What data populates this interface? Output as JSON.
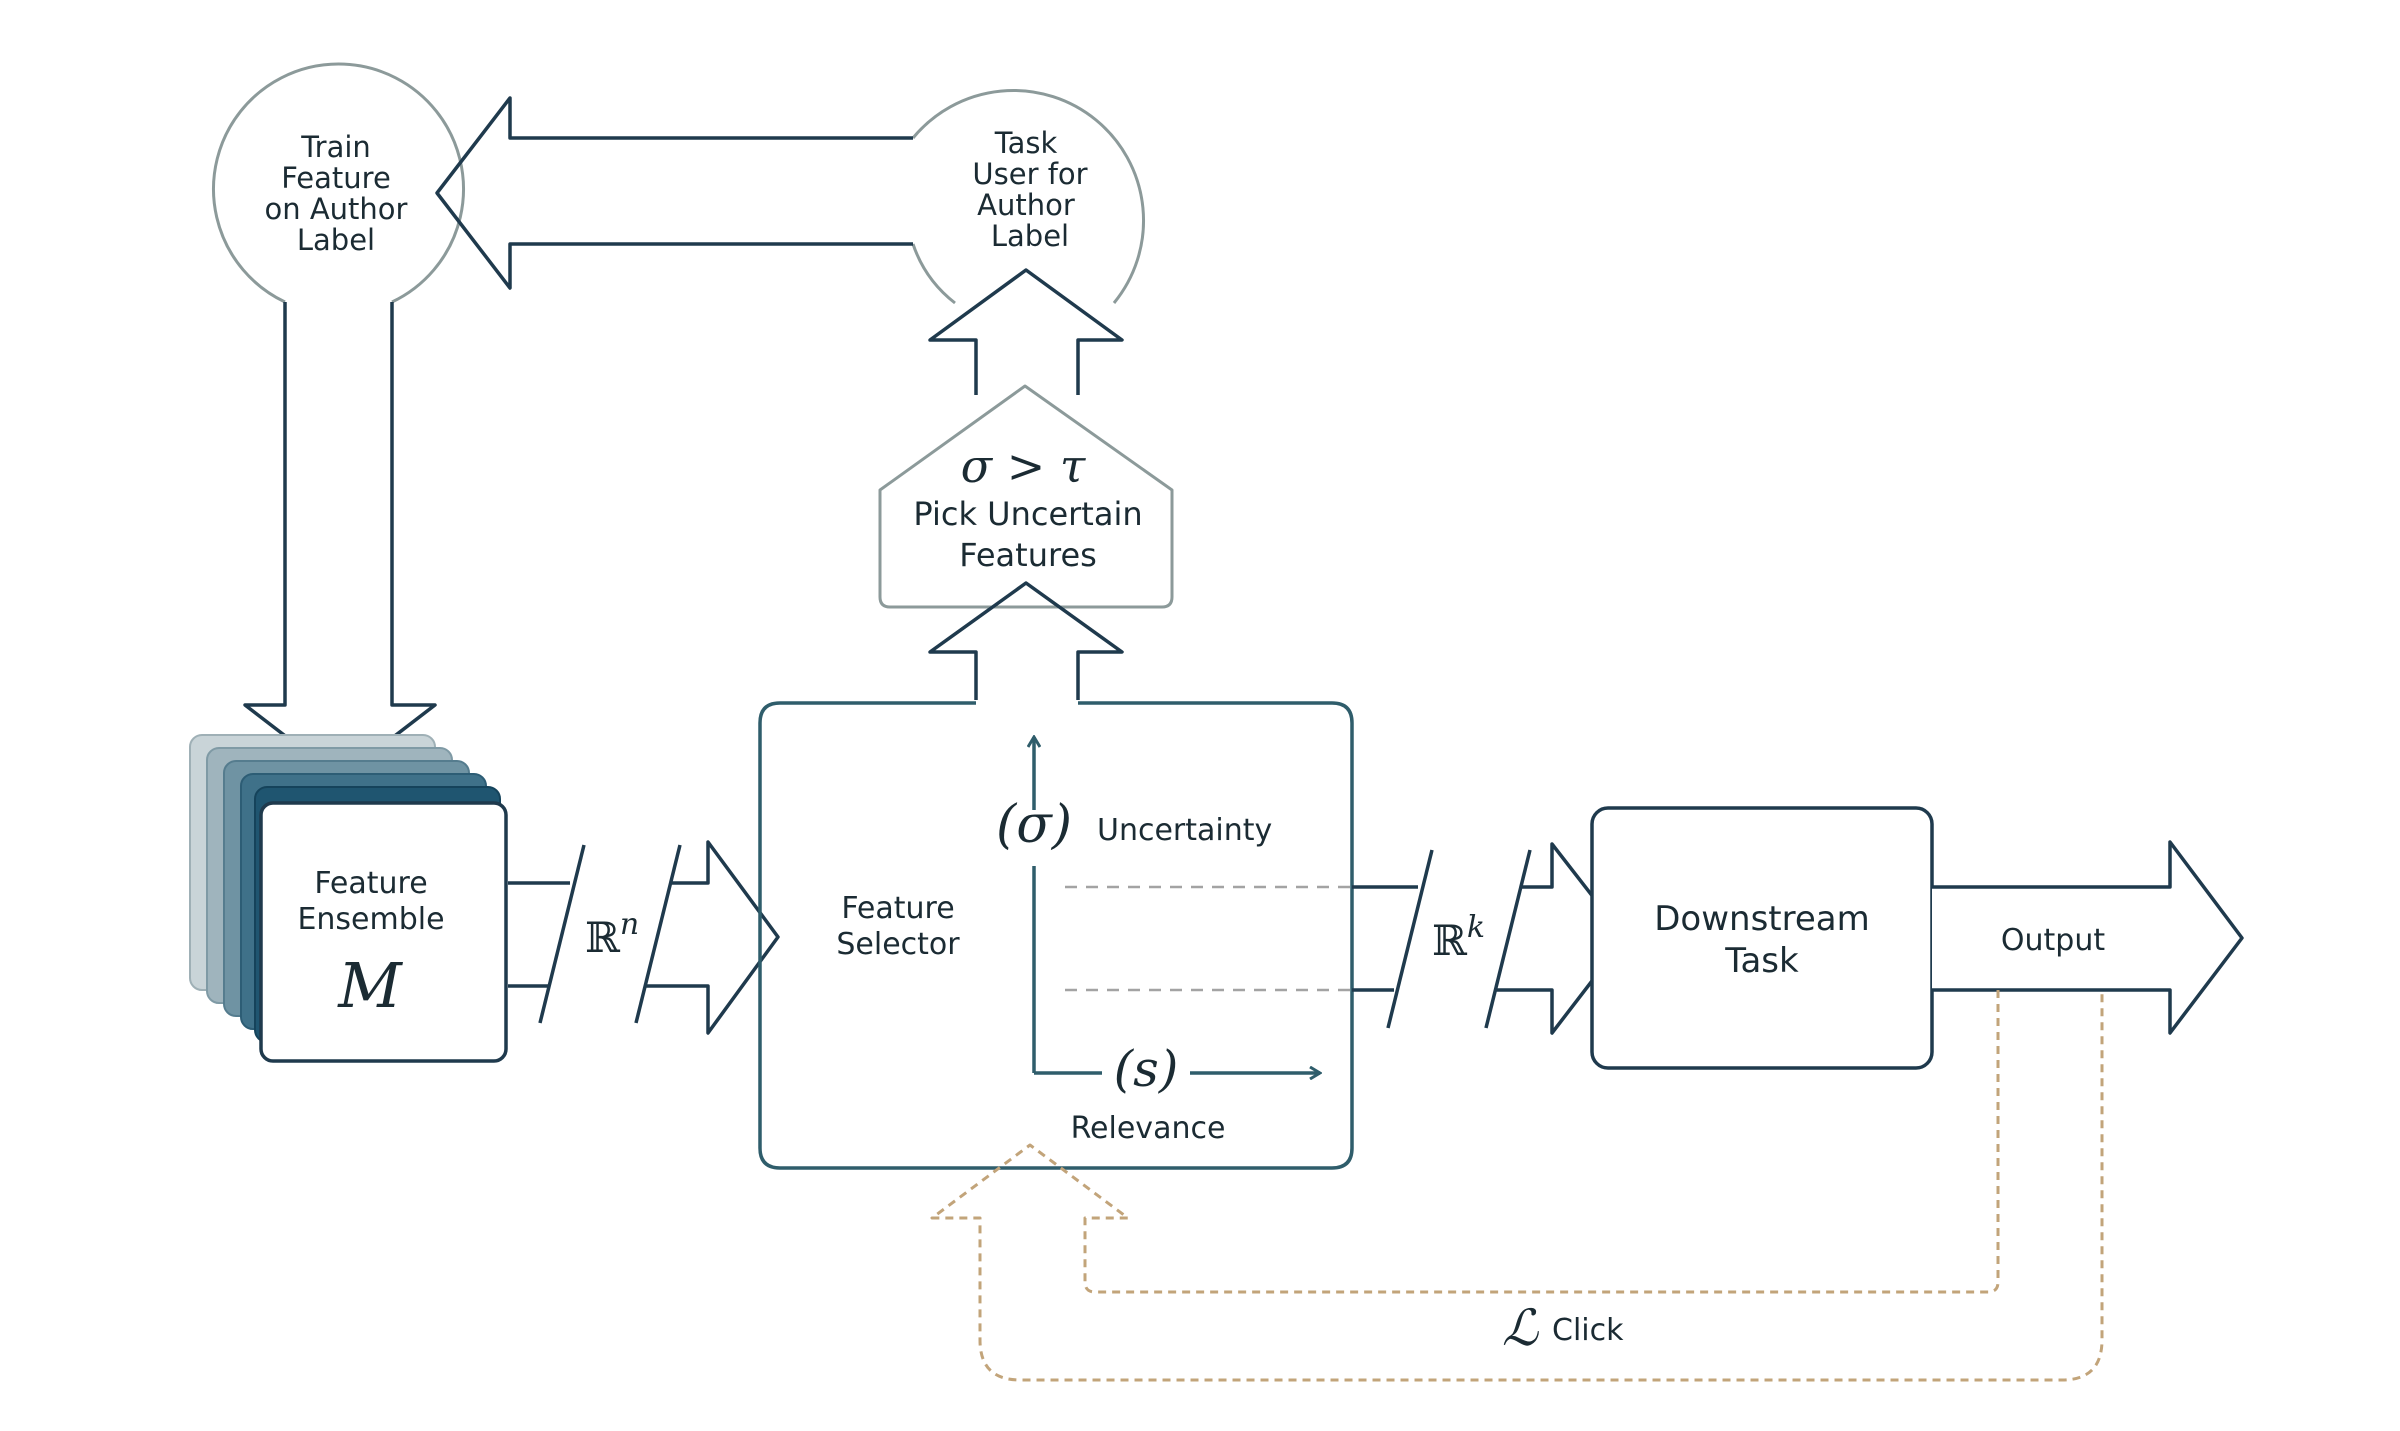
{
  "nodes": {
    "train": {
      "lines": [
        "Train",
        "Feature",
        "on Author",
        "Label"
      ]
    },
    "task_user": {
      "lines": [
        "Task",
        "User for",
        "Author",
        "Label"
      ]
    },
    "pick": {
      "formula": "σ > τ",
      "lines": [
        "Pick Uncertain",
        "Features"
      ]
    },
    "ensemble": {
      "lines": [
        "Feature",
        "Ensemble"
      ],
      "symbol": "M"
    },
    "selector": {
      "lines": [
        "Feature",
        "Selector"
      ]
    },
    "downstream": {
      "lines": [
        "Downstream",
        "Task"
      ]
    }
  },
  "labels": {
    "input_space": "ℝ",
    "input_exp": "n",
    "output_space": "ℝ",
    "output_exp": "k",
    "uncertainty_symbol": "(σ)",
    "uncertainty": "Uncertainty",
    "relevance_symbol": "(s)",
    "relevance": "Relevance",
    "output": "Output",
    "loss_symbol": "ℒ",
    "loss": "Click"
  },
  "colors": {
    "stroke_dark": "#1f3a4d",
    "stroke_teal": "#2f5d6b",
    "stroke_gray": "#8c9a9a",
    "stack_1": "#c9d4d8",
    "stack_2": "#9fb4bd",
    "stack_3": "#6f93a3",
    "stack_4": "#3f7189",
    "stack_5": "#1f5570",
    "feedback": "#c2a47a",
    "dashed_gray": "#a3a3a3"
  }
}
